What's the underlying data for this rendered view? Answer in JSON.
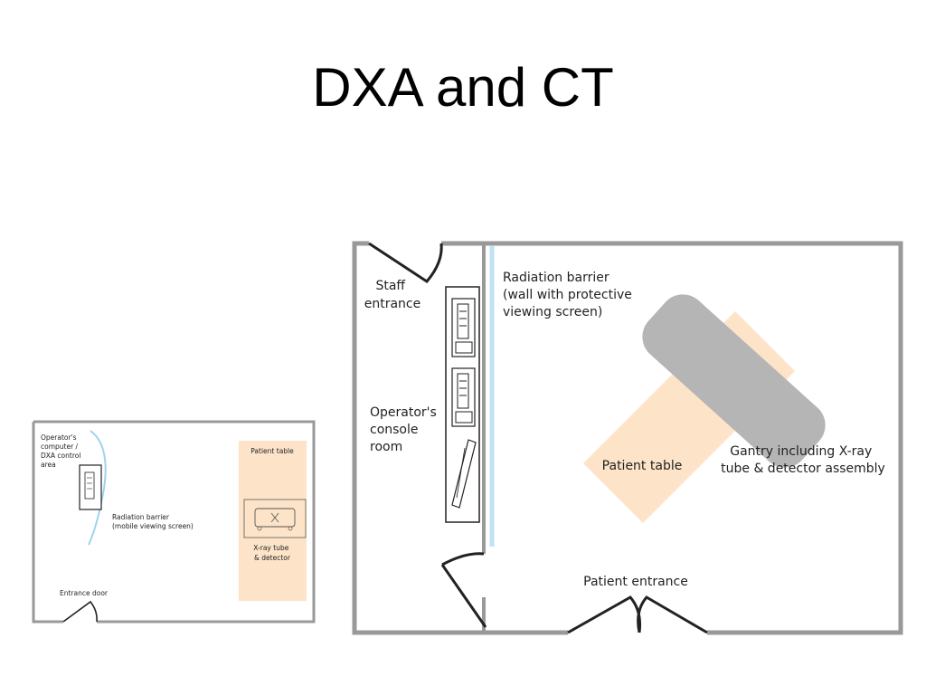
{
  "slide": {
    "title": "DXA and CT"
  },
  "dxa": {
    "operator_area_label": [
      "Operator's",
      "computer /",
      "DXA control",
      "area"
    ],
    "radiation_barrier_label": [
      "Radiation barrier",
      "(mobile viewing screen)"
    ],
    "patient_table_label": "Patient table",
    "xray_label": [
      "X-ray tube",
      "& detector"
    ],
    "entrance_label": "Entrance door"
  },
  "ct": {
    "staff_entrance_label": [
      "Staff",
      "entrance"
    ],
    "radiation_barrier_label": [
      "Radiation barrier",
      "(wall with protective",
      "viewing screen)"
    ],
    "console_room_label": [
      "Operator's",
      "console",
      "room"
    ],
    "patient_table_label": "Patient table",
    "gantry_label": [
      "Gantry including X-ray",
      "tube & detector assembly"
    ],
    "patient_entrance_label": "Patient entrance"
  },
  "colors": {
    "wall": "#999999",
    "table": "#fde4c8",
    "gantry": "#b5b5b5",
    "barrier": "#bfe3f5"
  }
}
